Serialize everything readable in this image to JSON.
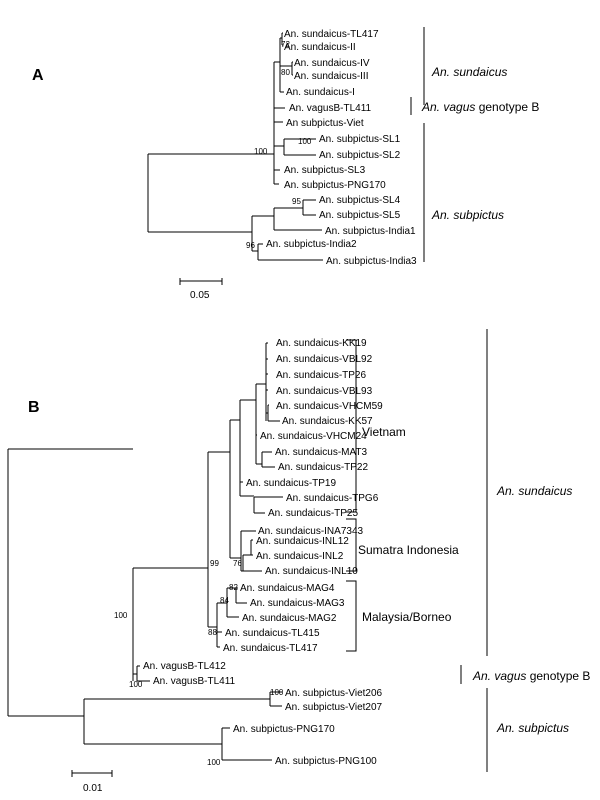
{
  "panel_a": {
    "label": "A",
    "taxa": [
      "An. sundaicus-TL417",
      "An. sundaicus-II",
      "An. sundaicus-IV",
      "An. sundaicus-III",
      "An. sundaicus-I",
      "An. vagusB-TL411",
      "An subpictus-Viet",
      "An. subpictus-SL1",
      "An. subpictus-SL2",
      "An. subpictus-SL3",
      "An. subpictus-PNG170",
      "An. subpictus-SL4",
      "An. subpictus-SL5",
      "An. subpictus-India1",
      "An. subpictus-India2",
      "An. subpictus-India3"
    ],
    "bootstrap": {
      "b72": "72",
      "b80": "80",
      "b100_root": "100",
      "b100_sl": "100",
      "b95": "95",
      "b96": "96"
    },
    "groups": {
      "sundaicus": "An. sundaicus",
      "vagus_italic": "An. vagus",
      "vagus_rest": " genotype B",
      "subpictus": "An. subpictus"
    },
    "scale": "0.05"
  },
  "panel_b": {
    "label": "B",
    "taxa": [
      "An. sundaicus-KK19",
      "An. sundaicus-VBL92",
      "An. sundaicus-TP26",
      "An. sundaicus-VBL93",
      "An. sundaicus-VHCM59",
      "An. sundaicus-KK57",
      "An. sundaicus-VHCM24",
      "An. sundaicus-MAT3",
      "An. sundaicus-TP22",
      "An. sundaicus-TP19",
      "An. sundaicus-TPG6",
      "An. sundaicus-TP25",
      "An. sundaicus-INA7343",
      "An. sundaicus-INL12",
      "An. sundaicus-INL2",
      "An. sundaicus-INL10",
      "An. sundaicus-MAG4",
      "An. sundaicus-MAG3",
      "An. sundaicus-MAG2",
      "An. sundaicus-TL415",
      "An. sundaicus-TL417",
      "An. vagusB-TL412",
      "An. vagusB-TL411",
      "An. subpictus-Viet206",
      "An. subpictus-Viet207",
      "An. subpictus-PNG170",
      "An. subpictus-PNG100"
    ],
    "bootstrap": {
      "b99": "99",
      "b76": "76",
      "b82": "82",
      "b84": "84",
      "b88": "88",
      "b100_root": "100",
      "b100_vagus": "100",
      "b100_viet": "100",
      "b100_png": "100"
    },
    "clades": {
      "vietnam": "Vietnam",
      "sumatra": "Sumatra Indonesia",
      "malaysia": "Malaysia/Borneo"
    },
    "groups": {
      "sundaicus": "An. sundaicus",
      "vagus_italic": "An. vagus",
      "vagus_rest": " genotype B",
      "subpictus": "An. subpictus"
    },
    "scale": "0.01"
  }
}
